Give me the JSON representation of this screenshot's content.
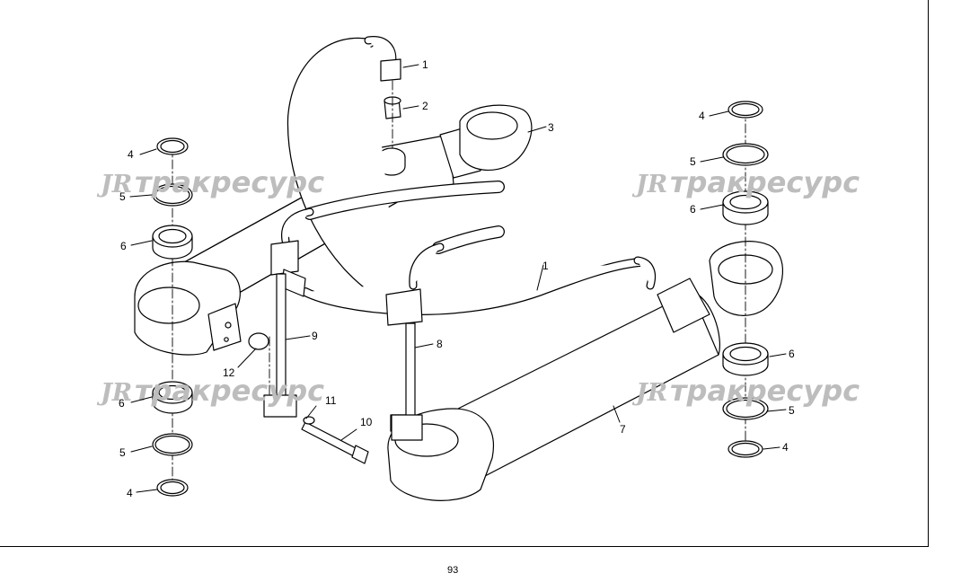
{
  "watermark": {
    "logo": "JR",
    "text": "тракресурс"
  },
  "callouts": [
    "1",
    "2",
    "3",
    "4",
    "5",
    "6",
    "7",
    "8",
    "9",
    "10",
    "11",
    "12"
  ],
  "page_number": "93"
}
